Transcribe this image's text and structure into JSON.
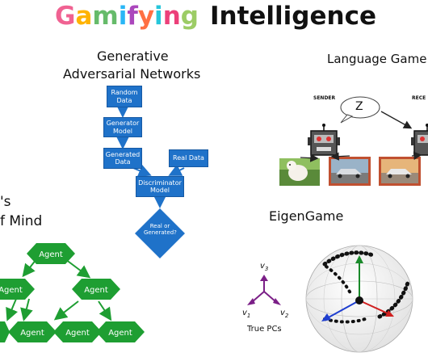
{
  "title": {
    "word1": "Gamifying",
    "word1_colors": [
      "#f06292",
      "#ffb300",
      "#66bb6a",
      "#29b6f6",
      "#ab47bc",
      "#ff7043",
      "#26c6da",
      "#ec407a",
      "#9ccc65"
    ],
    "word2": "Intelligence"
  },
  "gan": {
    "heading_line1": "Generative",
    "heading_line2": "Adversarial Networks",
    "random_data": "Random Data",
    "generator_model": "Generator Model",
    "generated_data": "Generated Data",
    "real_data": "Real Data",
    "discriminator_model": "Discriminator Model",
    "real_or_generated": "Real or Generated?",
    "color": "#1f72c9"
  },
  "language_game": {
    "heading": "Language Game",
    "sender": "SENDER",
    "receiver": "RECE",
    "speech_symbol": "Z"
  },
  "theory_of_mind": {
    "heading_line1": "'s",
    "heading_line2": "f Mind",
    "agent_label": "Agent",
    "color": "#1e9e32"
  },
  "eigengame": {
    "heading": "EigenGame",
    "v1": "v1",
    "v2": "v2",
    "v3": "v3",
    "true_pcs": "True PCs"
  }
}
